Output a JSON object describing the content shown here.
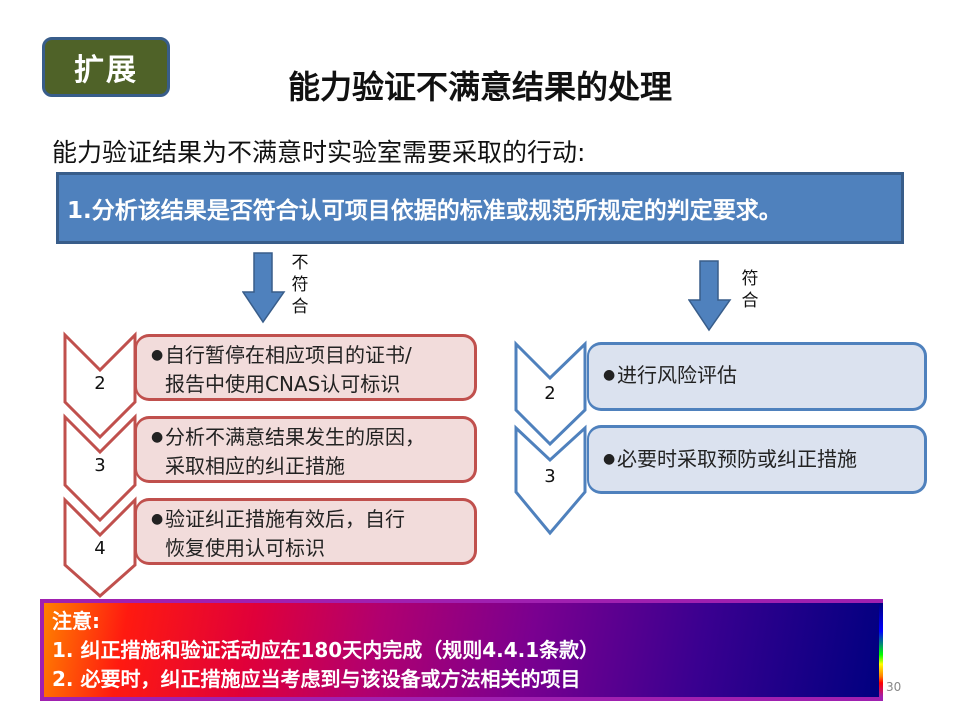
{
  "tag": {
    "label": "扩展",
    "bg_color": "#4f6228"
  },
  "title": "能力验证不满意结果的处理",
  "subtitle": "能力验证结果为不满意时实验室需要采取的行动:",
  "step1": {
    "text": "1.分析该结果是否符合认可项目依据的标准或规范所规定的判定要求。",
    "bg_color": "#4f81bd"
  },
  "left_branch": {
    "label_chars": [
      "不",
      "符",
      "合"
    ],
    "steps": [
      {
        "num": "2",
        "lines": [
          "自行暂停在相应项目的证书/",
          "报告中使用CNAS认可标识"
        ]
      },
      {
        "num": "3",
        "lines": [
          "分析不满意结果发生的原因，",
          "采取相应的纠正措施"
        ]
      },
      {
        "num": "4",
        "lines": [
          "验证纠正措施有效后，自行",
          "恢复使用认可标识"
        ]
      }
    ],
    "color": "#c0504d"
  },
  "right_branch": {
    "label_chars": [
      "符",
      "合"
    ],
    "steps": [
      {
        "num": "2",
        "lines": [
          "进行风险评估"
        ]
      },
      {
        "num": "3",
        "lines": [
          "必要时采取预防或纠正措施"
        ]
      }
    ],
    "color": "#4f81bd"
  },
  "note": {
    "header": "注意:",
    "items": [
      "1.  纠正措施和验证活动应在180天内完成（规则4.4.1条款）",
      "2.  必要时，纠正措施应当考虑到与该设备或方法相关的项目"
    ]
  },
  "page_number": "30"
}
